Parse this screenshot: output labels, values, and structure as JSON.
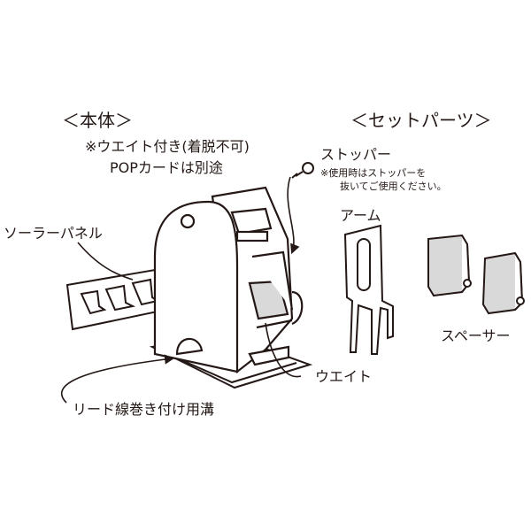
{
  "main_unit": {
    "heading": "＜本体＞",
    "note_line1": "※ウエイト付き(着脱不可)",
    "note_line2": "POPカードは別途"
  },
  "set_parts": {
    "heading": "＜セットパーツ＞"
  },
  "labels": {
    "stopper": "ストッパー",
    "stopper_note_line1": "※使用時はストッパーを",
    "stopper_note_line2": "抜いてご使用ください。",
    "solar_panel": "ソーラーパネル",
    "arm": "アーム",
    "spacer": "スペーサー",
    "weight": "ウエイト",
    "lead_groove": "リード線巻き付け用溝"
  },
  "colors": {
    "line": "#231815",
    "panel_fill": "#d9d9d9",
    "body_fill": "#ffffff"
  }
}
